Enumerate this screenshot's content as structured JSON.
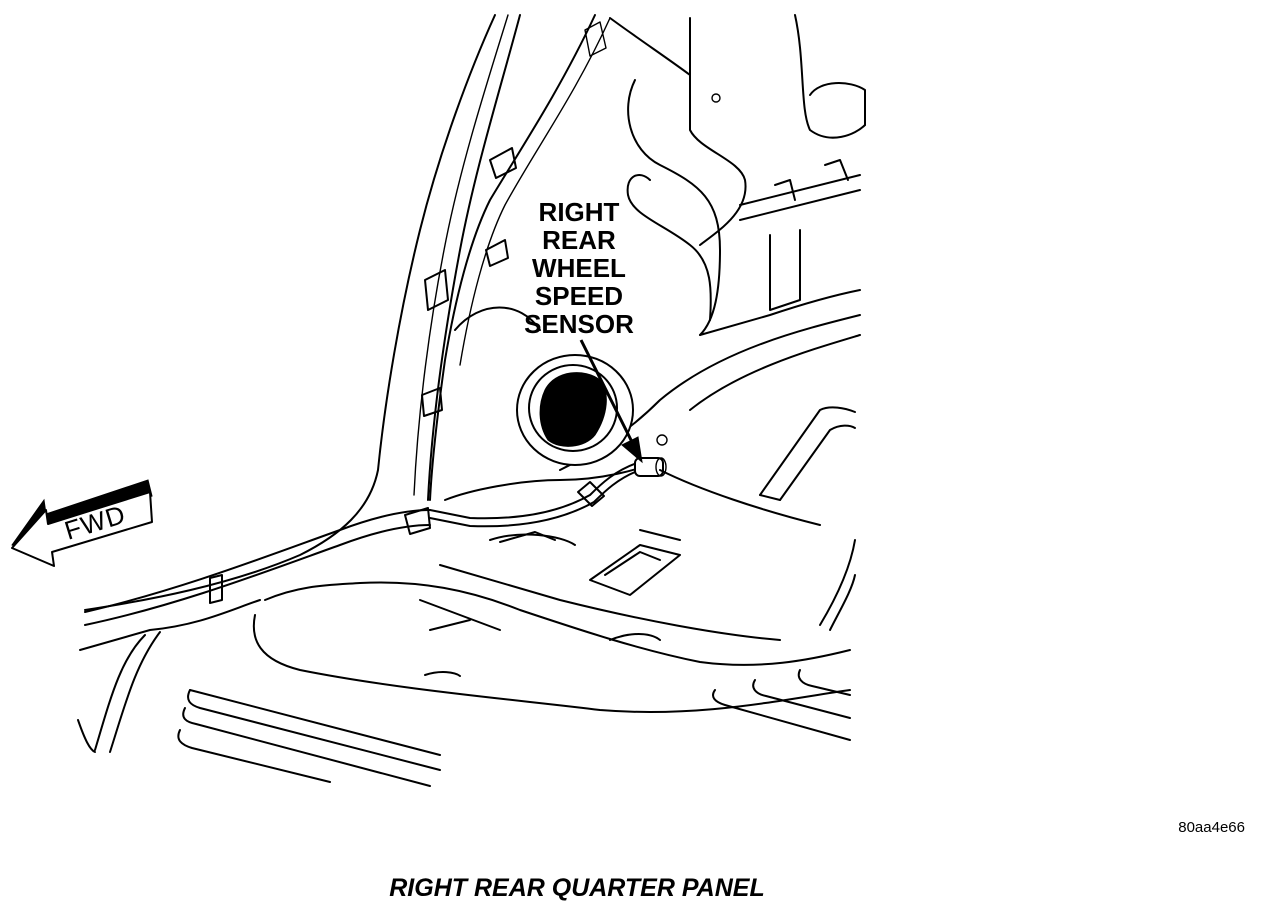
{
  "callout": {
    "lines": [
      "RIGHT",
      "REAR",
      "WHEEL",
      "SPEED",
      "SENSOR"
    ]
  },
  "direction_label": "FWD",
  "figure_ref": "80aa4e66",
  "caption": "RIGHT REAR QUARTER PANEL"
}
